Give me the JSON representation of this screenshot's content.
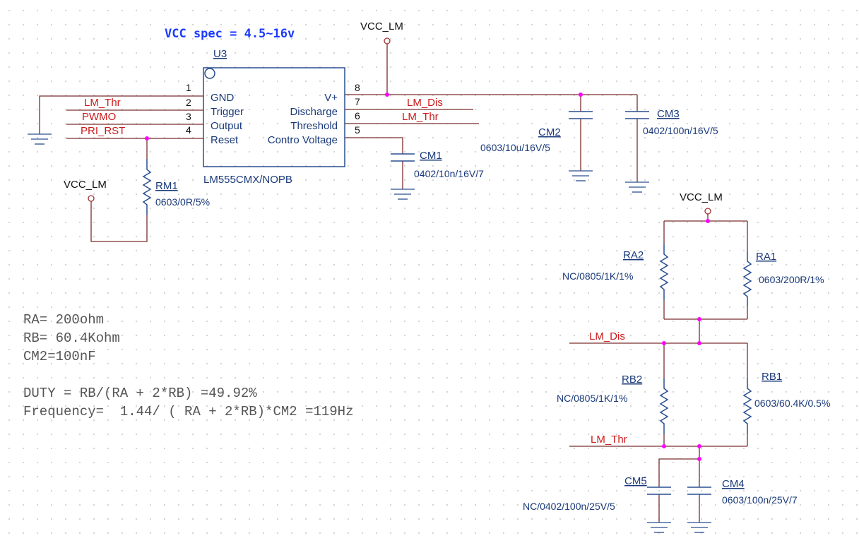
{
  "spec_note": "VCC spec = 4.5~16v",
  "power_labels": {
    "top": "VCC_LM",
    "left": "VCC_LM",
    "right": "VCC_LM"
  },
  "u3": {
    "ref": "U3",
    "part": "LM555CMX/NOPB",
    "pins_left": [
      {
        "num": "1",
        "name": "GND"
      },
      {
        "num": "2",
        "name": "Trigger"
      },
      {
        "num": "3",
        "name": "Output"
      },
      {
        "num": "4",
        "name": "Reset"
      }
    ],
    "pins_right": [
      {
        "num": "8",
        "name": "V+"
      },
      {
        "num": "7",
        "name": "Discharge"
      },
      {
        "num": "6",
        "name": "Threshold"
      },
      {
        "num": "5",
        "name": "Contro Voltage"
      }
    ]
  },
  "nets": {
    "lm_thr_left": "LM_Thr",
    "pwmo": "PWMO",
    "pri_rst": "PRI_RST",
    "lm_dis_right": "LM_Dis",
    "lm_thr_right": "LM_Thr",
    "lm_dis_lower": "LM_Dis",
    "lm_thr_lower": "LM_Thr"
  },
  "components": {
    "rm1": {
      "ref": "RM1",
      "value": "0603/0R/5%"
    },
    "cm1": {
      "ref": "CM1",
      "value": "0402/10n/16V/7"
    },
    "cm2": {
      "ref": "CM2",
      "value": "0603/10u/16V/5"
    },
    "cm3": {
      "ref": "CM3",
      "value": "0402/100n/16V/5"
    },
    "ra2": {
      "ref": "RA2",
      "value": "NC/0805/1K/1%"
    },
    "ra1": {
      "ref": "RA1",
      "value": "0603/200R/1%"
    },
    "rb2": {
      "ref": "RB2",
      "value": "NC/0805/1K/1%"
    },
    "rb1": {
      "ref": "RB1",
      "value": "0603/60.4K/0.5%"
    },
    "cm5": {
      "ref": "CM5",
      "value": "NC/0402/100n/25V/5"
    },
    "cm4": {
      "ref": "CM4",
      "value": "0603/100n/25V/7"
    }
  },
  "notes": {
    "ra": "RA= 200ohm",
    "rb": "RB= 60.4Kohm",
    "cm2": "CM2=100nF",
    "duty": "DUTY = RB/(RA + 2*RB) =49.92%",
    "frequency": "Frequency=  1.44/ ( RA + 2*RB)*CM2 =119Hz"
  }
}
